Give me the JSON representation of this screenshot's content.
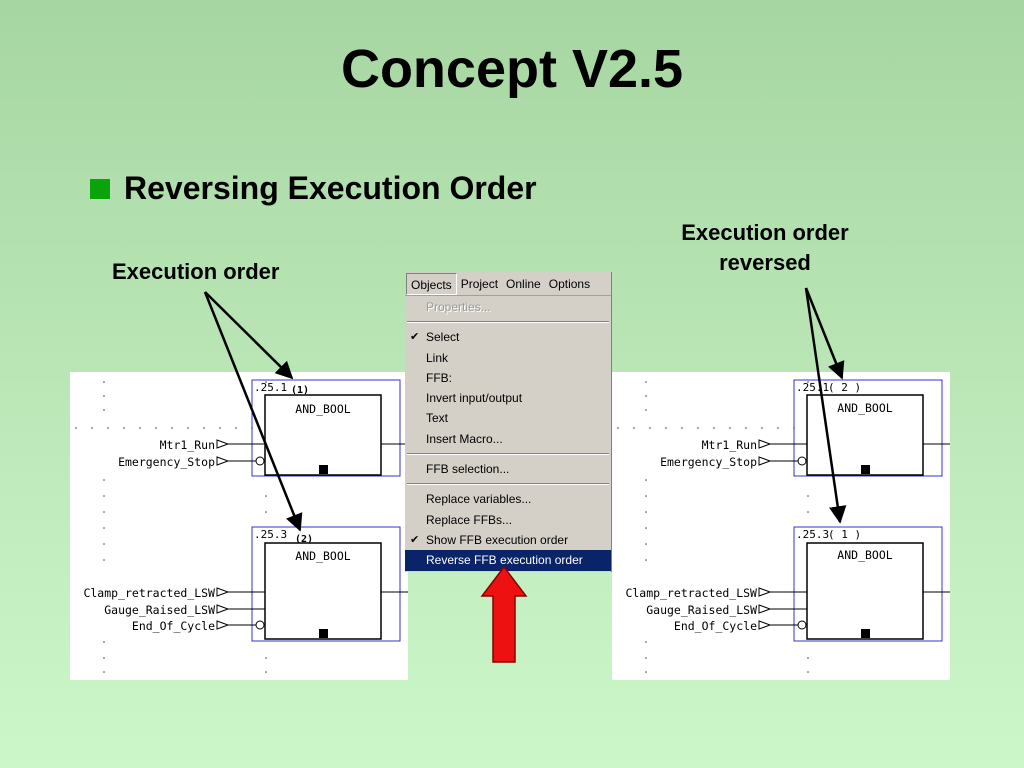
{
  "slide": {
    "title": "Concept V2.5",
    "bullet": "Reversing Execution Order",
    "label_left": "Execution order",
    "label_right_line1": "Execution order",
    "label_right_line2": "reversed"
  },
  "diagram_left": {
    "block1_id": ".25.1",
    "block1_order": "(1)",
    "block1_type": "AND_BOOL",
    "block1_inputs": [
      "Mtr1_Run",
      "Emergency_Stop"
    ],
    "block2_id": ".25.3",
    "block2_order": "(2)",
    "block2_type": "AND_BOOL",
    "block2_inputs": [
      "Clamp_retracted_LSW",
      "Gauge_Raised_LSW",
      "End_Of_Cycle"
    ]
  },
  "diagram_right": {
    "block1_id": ".25.1",
    "block1_order": "( 2 )",
    "block1_type": "AND_BOOL",
    "block1_inputs": [
      "Mtr1_Run",
      "Emergency_Stop"
    ],
    "block2_id": ".25.3",
    "block2_order": "( 1 )",
    "block2_type": "AND_BOOL",
    "block2_inputs": [
      "Clamp_retracted_LSW",
      "Gauge_Raised_LSW",
      "End_Of_Cycle"
    ]
  },
  "menu": {
    "bar": [
      "Objects",
      "Project",
      "Online",
      "Options"
    ],
    "items": [
      "Properties...",
      "Select",
      "Link",
      "FFB:",
      "Invert input/output",
      "Text",
      "Insert Macro...",
      "FFB selection...",
      "Replace variables...",
      "Replace FFBs...",
      "Show FFB execution order",
      "Reverse FFB execution order"
    ]
  },
  "colors": {
    "bullet": "#0aa30a",
    "arrow": "#ee0000",
    "menu_highlight": "#0a246a",
    "block_border": "#3333cc"
  }
}
